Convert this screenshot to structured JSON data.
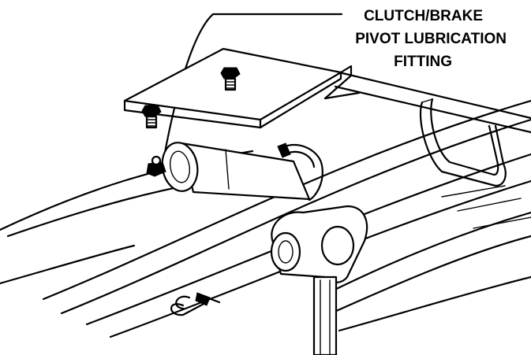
{
  "callout": {
    "line1": "CLUTCH/BRAKE",
    "line2": "PIVOT LUBRICATION",
    "line3": "FITTING"
  }
}
